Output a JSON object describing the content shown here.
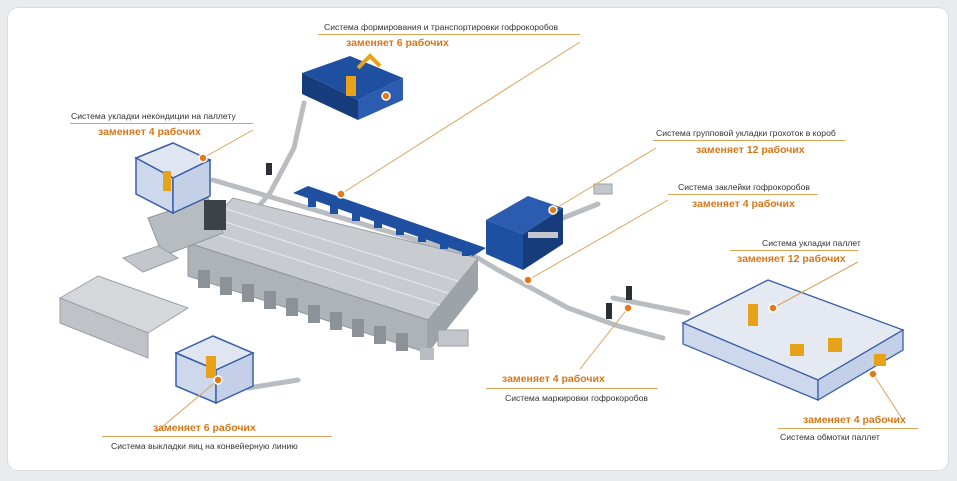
{
  "colors": {
    "accent": "#d4771a",
    "machine_blue": "#1f4fa0",
    "guard_blue": "#3a5fa8",
    "robot_yellow": "#e8a21a",
    "machine_grey": "#c3c7cb"
  },
  "callouts": {
    "forming": {
      "label": "Система формирования и транспортировки гофрокоробов",
      "replaces": "заменяет 6 рабочих"
    },
    "nonstandard": {
      "label": "Система укладки некондиции на паллету",
      "replaces": "заменяет 4 рабочих"
    },
    "group_packing": {
      "label": "Система групповой укладки грохоток в короб",
      "replaces": "заменяет 12 рабочих"
    },
    "sealing": {
      "label": "Система заклейки гофрокоробов",
      "replaces": "заменяет 4 рабочих"
    },
    "palletizing": {
      "label": "Система укладки паллет",
      "replaces": "заменяет 12 рабочих"
    },
    "marking": {
      "label": "Система маркировки гофрокоробов",
      "replaces": "заменяет 4 рабочих"
    },
    "egg_loading": {
      "label": "Система выкладки яиц на конвейерную линию",
      "replaces": "заменяет 6 рабочих"
    },
    "wrapping": {
      "label": "Система обмотки паллет",
      "replaces": "заменяет 4 рабочих"
    }
  }
}
